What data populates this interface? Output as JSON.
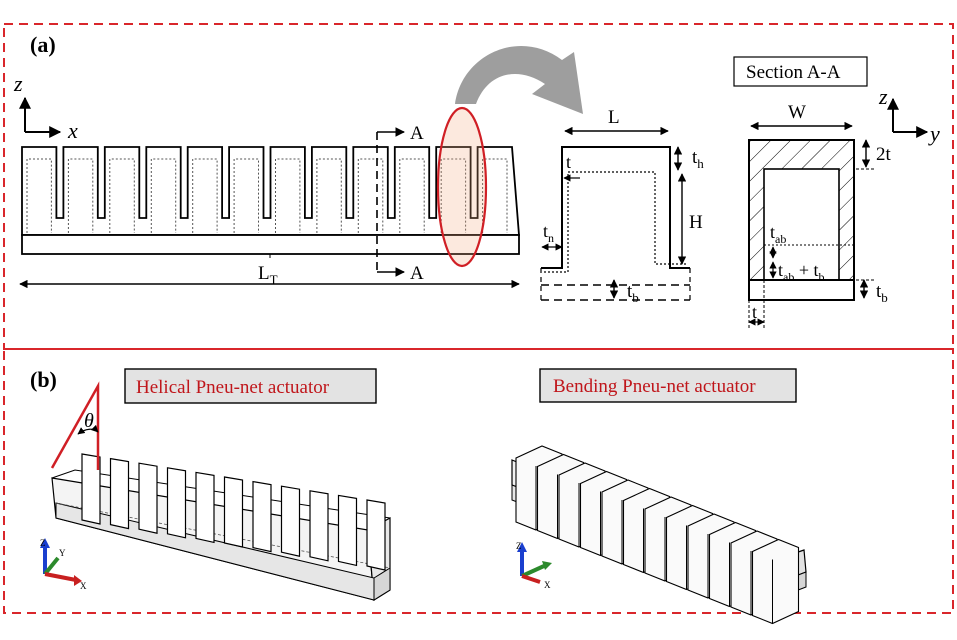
{
  "panel_a": {
    "label": "(a)"
  },
  "panel_b": {
    "label": "(b)"
  },
  "axes_xz": {
    "z": "z",
    "x": "x"
  },
  "axes_yz": {
    "z": "z",
    "y": "y"
  },
  "section_markers": {
    "top": "A",
    "bottom": "A"
  },
  "total_length_label": {
    "main": "L",
    "sub": "T"
  },
  "detail": {
    "L": "L",
    "t": "t",
    "th_main": "t",
    "th_sub": "h",
    "H": "H",
    "tn_main": "t",
    "tn_sub": "n",
    "tb_main": "t",
    "tb_sub": "b"
  },
  "section": {
    "title": "Section A-A",
    "W": "W",
    "two_t": "2t",
    "tab_main": "t",
    "tab_sub": "ab",
    "tab_tb_a": "t",
    "tab_tb_a_sub": "ab",
    "tab_tb_plus": " + t",
    "tab_tb_b_sub": "b",
    "tb_main": "t",
    "tb_sub": "b",
    "t": "t"
  },
  "helical": {
    "title": "Helical Pneu-net actuator",
    "theta": "θ"
  },
  "bending": {
    "title": "Bending Pneu-net actuator"
  },
  "colors": {
    "dash_red": "#d9262b",
    "highlight_red": "#d01f25",
    "arrow_gray": "#9e9e9e",
    "title_bg": "#e3e3e3"
  }
}
